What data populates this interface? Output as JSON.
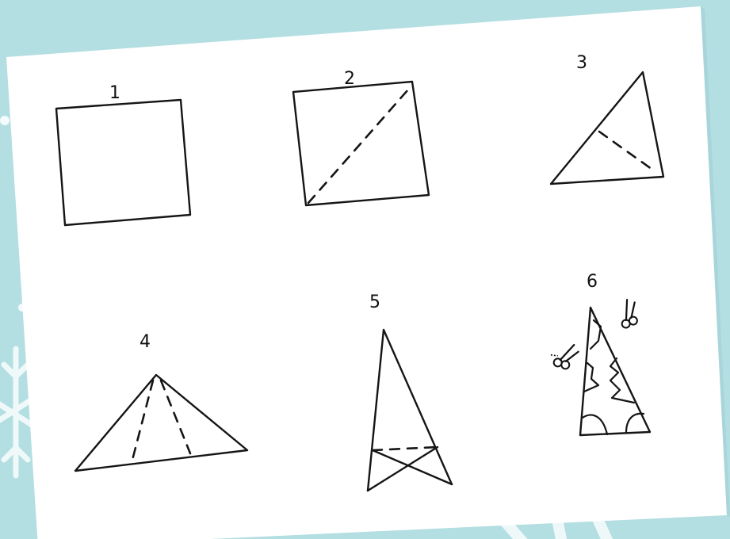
{
  "background_color": "#b3dee2",
  "paper_color": "#ffffff",
  "snowflake_color": "#f2fbfc",
  "steps": [
    {
      "label": "1"
    },
    {
      "label": "2"
    },
    {
      "label": "3"
    },
    {
      "label": "4"
    },
    {
      "label": "5"
    },
    {
      "label": "6"
    }
  ],
  "icons": [
    "scissors-icon",
    "snowflake-icon"
  ]
}
